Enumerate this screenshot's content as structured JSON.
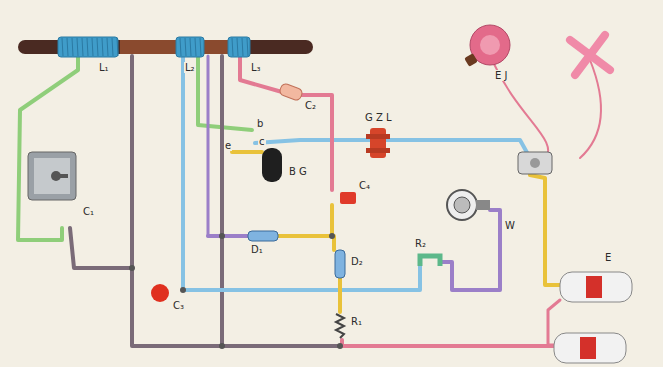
{
  "diagram": {
    "labels": [
      "L₁",
      "L₂",
      "L₃",
      "C₂",
      "G Z L",
      "E J",
      "b",
      "c",
      "e",
      "B G",
      "C₄",
      "C₁",
      "D₁",
      "D₂",
      "C₃",
      "R₁",
      "R₂",
      "W",
      "E"
    ]
  }
}
